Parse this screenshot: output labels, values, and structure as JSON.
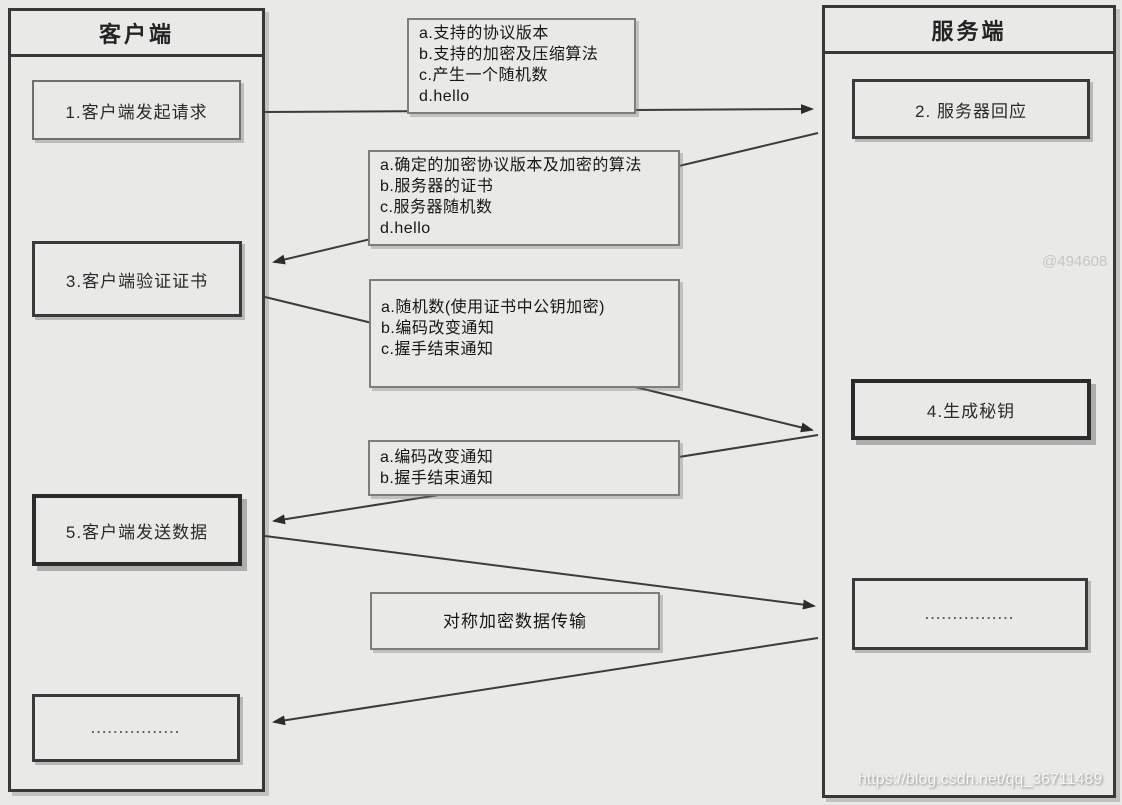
{
  "diagram": {
    "client": {
      "title": "客户端",
      "steps": [
        {
          "label": "1.客户端发起请求"
        },
        {
          "label": "3.客户端验证证书"
        },
        {
          "label": "5.客户端发送数据"
        },
        {
          "label": "................"
        }
      ]
    },
    "server": {
      "title": "服务端",
      "steps": [
        {
          "label": "2. 服务器回应"
        },
        {
          "label": "4.生成秘钥"
        },
        {
          "label": "................"
        }
      ]
    },
    "messages": [
      {
        "lines": [
          "a.支持的协议版本",
          "b.支持的加密及压缩算法",
          "c.产生一个随机数",
          "d.hello"
        ]
      },
      {
        "lines": [
          "a.确定的加密协议版本及加密的算法",
          "b.服务器的证书",
          "c.服务器随机数",
          "d.hello"
        ]
      },
      {
        "lines": [
          "a.随机数(使用证书中公钥加密)",
          "b.编码改变通知",
          "c.握手结束通知"
        ]
      },
      {
        "lines": [
          "a.编码改变通知",
          "b.握手结束通知"
        ]
      },
      {
        "label": "对称加密数据传输"
      }
    ],
    "arrows": [
      {
        "from": "客户端发起请求",
        "to": "服务器回应",
        "direction": "right"
      },
      {
        "from": "服务器回应",
        "to": "客户端验证证书",
        "direction": "left"
      },
      {
        "from": "客户端验证证书",
        "to": "生成秘钥",
        "direction": "right"
      },
      {
        "from": "生成秘钥",
        "to": "客户端发送数据",
        "direction": "left"
      },
      {
        "from": "客户端发送数据",
        "to": "服务端",
        "direction": "right"
      },
      {
        "from": "服务端",
        "to": "客户端",
        "direction": "left"
      }
    ]
  },
  "watermarks": {
    "user_tag": "@494608",
    "url": "https://blog.csdn.net/qq_36711489"
  },
  "colors": {
    "background": "#e9e9e7",
    "border_dark": "#383838",
    "border_gray": "#7d7d7d",
    "arrow": "#3b3b3b"
  }
}
